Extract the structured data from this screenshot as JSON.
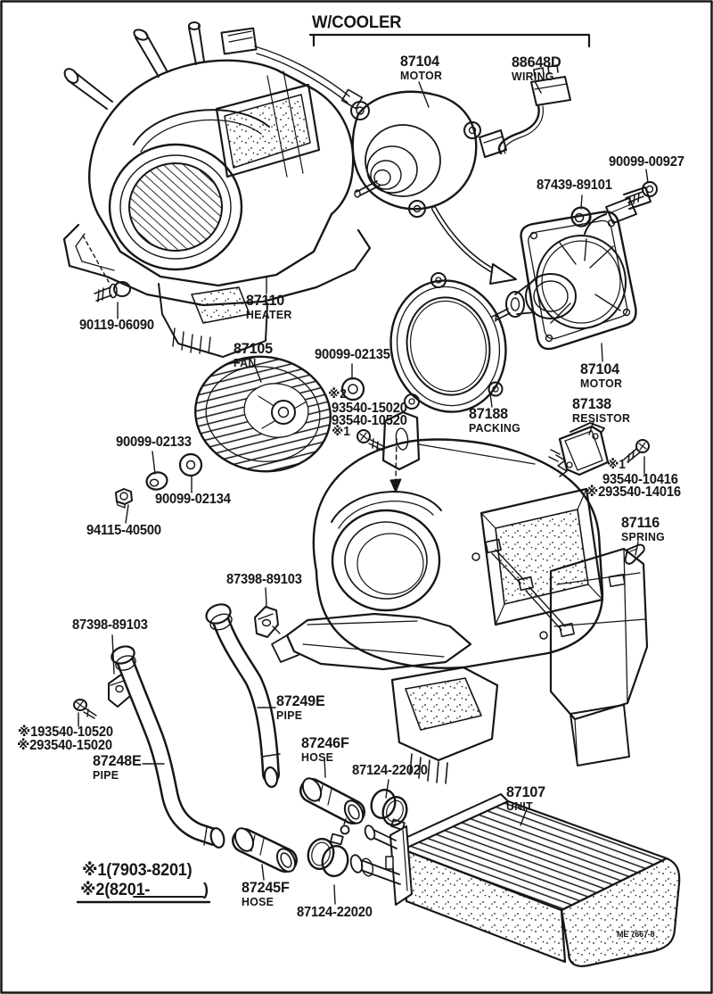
{
  "page": {
    "paper_color": "#ffffff",
    "ink_color": "#161616"
  },
  "header": {
    "group_label": "W/COOLER"
  },
  "labels": {
    "motor_top_num": "87104",
    "motor_top_name": "MOTOR",
    "wiring_num": "88648D",
    "wiring_name": "WIRING",
    "screw_90099_00927": "90099-00927",
    "grommet_87439_89101": "87439-89101",
    "heater_num": "87110",
    "heater_name": "HEATER",
    "bolt_90119_06090": "90119-06090",
    "fan_num": "87105",
    "fan_name": "FAN",
    "washer_90099_02135": "90099-02135",
    "mark2_fan": "※2",
    "screw_93540_15020": "93540-15020",
    "screw_93540_10520": "93540-10520",
    "mark1_fan": "※1",
    "packing_num": "87188",
    "packing_name": "PACKING",
    "motor_right_num": "87104",
    "motor_right_name": "MOTOR",
    "resistor_num": "87138",
    "resistor_name": "RESISTOR",
    "washer_90099_02133": "90099-02133",
    "washer_90099_02134": "90099-02134",
    "nut_94115_40500": "94115-40500",
    "mark1_resistor": "※1",
    "screw_93540_10416": "93540-10416",
    "screw_93540_14016": "※293540-14016",
    "spring_num": "87116",
    "spring_name": "SPRING",
    "clamp_87398_right": "87398-89103",
    "clamp_87398_left": "87398-89103",
    "pipe_87249e_num": "87249E",
    "pipe_87249e_name": "PIPE",
    "pipe_note1": "※193540-10520",
    "pipe_note2": "※293540-15020",
    "pipe_87248e_num": "87248E",
    "pipe_87248e_name": "PIPE",
    "hose_87246f_num": "87246F",
    "hose_87246f_name": "HOSE",
    "clamp_87124_top": "87124-22020",
    "unit_num": "87107",
    "unit_name": "UNIT",
    "hose_87245f_num": "87245F",
    "hose_87245f_name": "HOSE",
    "clamp_87124_bottom": "87124-22020"
  },
  "legend": {
    "note1": "※1(7903-8201)",
    "note2_open": "※2(8201-",
    "note2_close": ")"
  },
  "footer": {
    "doc_code": "ME 7667-8"
  }
}
